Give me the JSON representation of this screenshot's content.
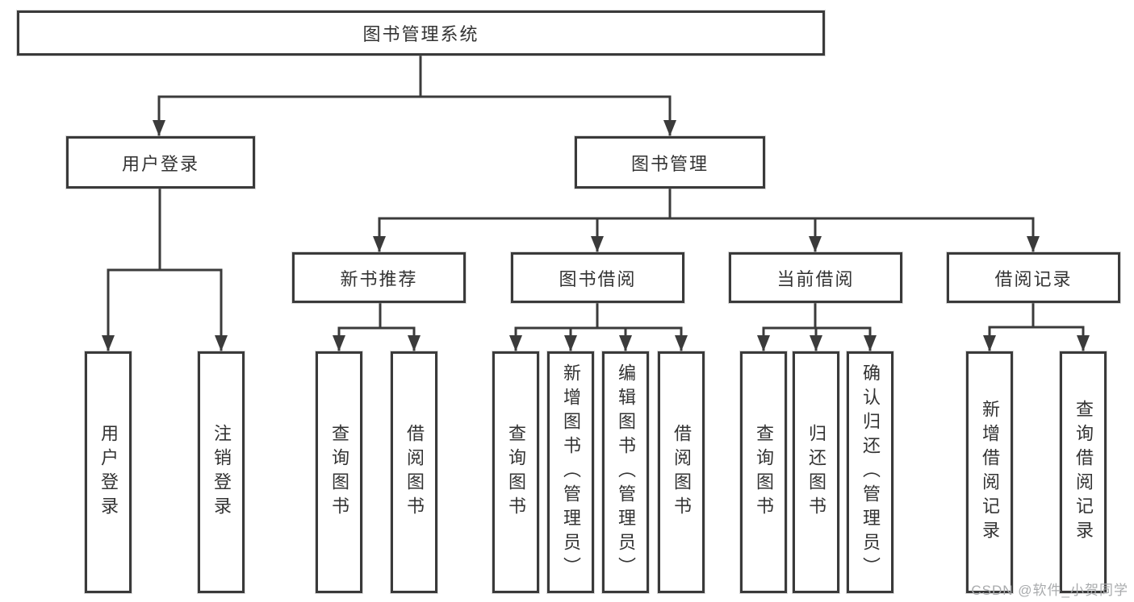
{
  "diagram": {
    "root": {
      "label": "图书管理系统"
    },
    "branches": [
      {
        "id": "user-login",
        "label": "用户登录",
        "children": [
          {
            "id": "user-login-leaf",
            "label": "用户登录"
          },
          {
            "id": "logout-leaf",
            "label": "注销登录"
          }
        ]
      },
      {
        "id": "book-management",
        "label": "图书管理",
        "groups": [
          {
            "id": "new-book-recommend",
            "label": "新书推荐",
            "children": [
              {
                "id": "query-books",
                "label": "查询图书"
              },
              {
                "id": "borrow-books",
                "label": "借阅图书"
              }
            ]
          },
          {
            "id": "book-borrowing",
            "label": "图书借阅",
            "children": [
              {
                "id": "query-books",
                "label": "查询图书"
              },
              {
                "id": "add-books-admin",
                "label": "新增图书（管理员）"
              },
              {
                "id": "edit-books-admin",
                "label": "编辑图书（管理员）"
              },
              {
                "id": "borrow-books",
                "label": "借阅图书"
              }
            ]
          },
          {
            "id": "current-borrowing",
            "label": "当前借阅",
            "children": [
              {
                "id": "query-books",
                "label": "查询图书"
              },
              {
                "id": "return-books",
                "label": "归还图书"
              },
              {
                "id": "confirm-return-admin",
                "label": "确认归还（管理员）"
              }
            ]
          },
          {
            "id": "borrowing-records",
            "label": "借阅记录",
            "children": [
              {
                "id": "add-borrow-record",
                "label": "新增借阅记录"
              },
              {
                "id": "query-borrow-record",
                "label": "查询借阅记录"
              }
            ]
          }
        ]
      }
    ],
    "colors": {
      "line": "#3b3b3b",
      "border": "#3a3a3a",
      "text": "#333333",
      "watermark": "#a9abad",
      "background": "#ffffff"
    }
  },
  "watermark": {
    "text": "CSDN @软件_小贺同学"
  }
}
